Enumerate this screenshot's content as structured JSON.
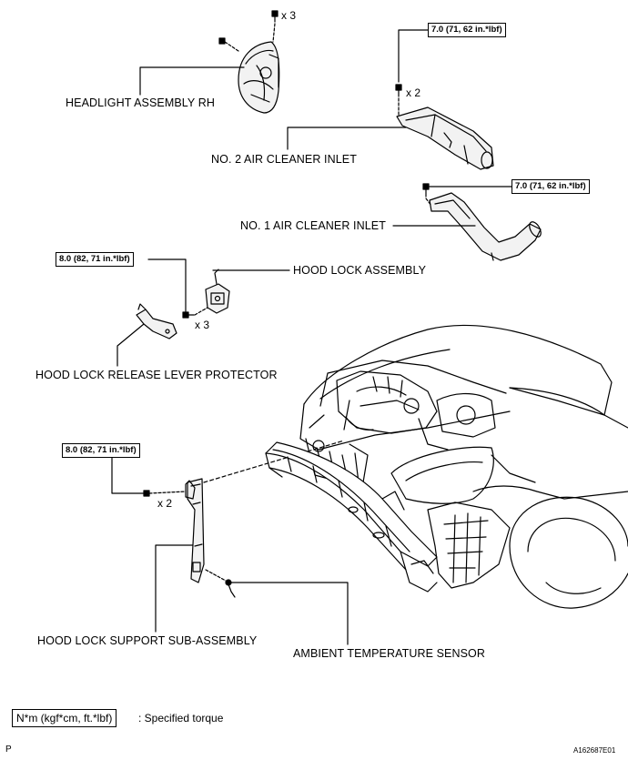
{
  "labels": {
    "headlight": "HEADLIGHT ASSEMBLY RH",
    "air_inlet_2": "NO. 2 AIR CLEANER INLET",
    "air_inlet_1": "NO. 1 AIR CLEANER INLET",
    "hood_lock": "HOOD LOCK ASSEMBLY",
    "release_protector": "HOOD LOCK RELEASE LEVER PROTECTOR",
    "support_sub": "HOOD LOCK SUPPORT SUB-ASSEMBLY",
    "ambient_sensor": "AMBIENT TEMPERATURE SENSOR"
  },
  "torques": {
    "air_inlet_2": "7.0 (71, 62 in.*lbf)",
    "air_inlet_1": "7.0 (71, 62 in.*lbf)",
    "hood_lock": "8.0 (82, 71 in.*lbf)",
    "support": "8.0 (82, 71 in.*lbf)"
  },
  "quantities": {
    "headlight_bolts": "x 3",
    "air_inlet_2_bolts": "x 2",
    "hood_lock_bolts": "x 3",
    "support_bolts": "x 2"
  },
  "legend": {
    "unit_box": "N*m (kgf*cm, ft.*lbf)",
    "description": ": Specified torque"
  },
  "footer": {
    "page_letter": "P",
    "figure_code": "A162687E01"
  }
}
